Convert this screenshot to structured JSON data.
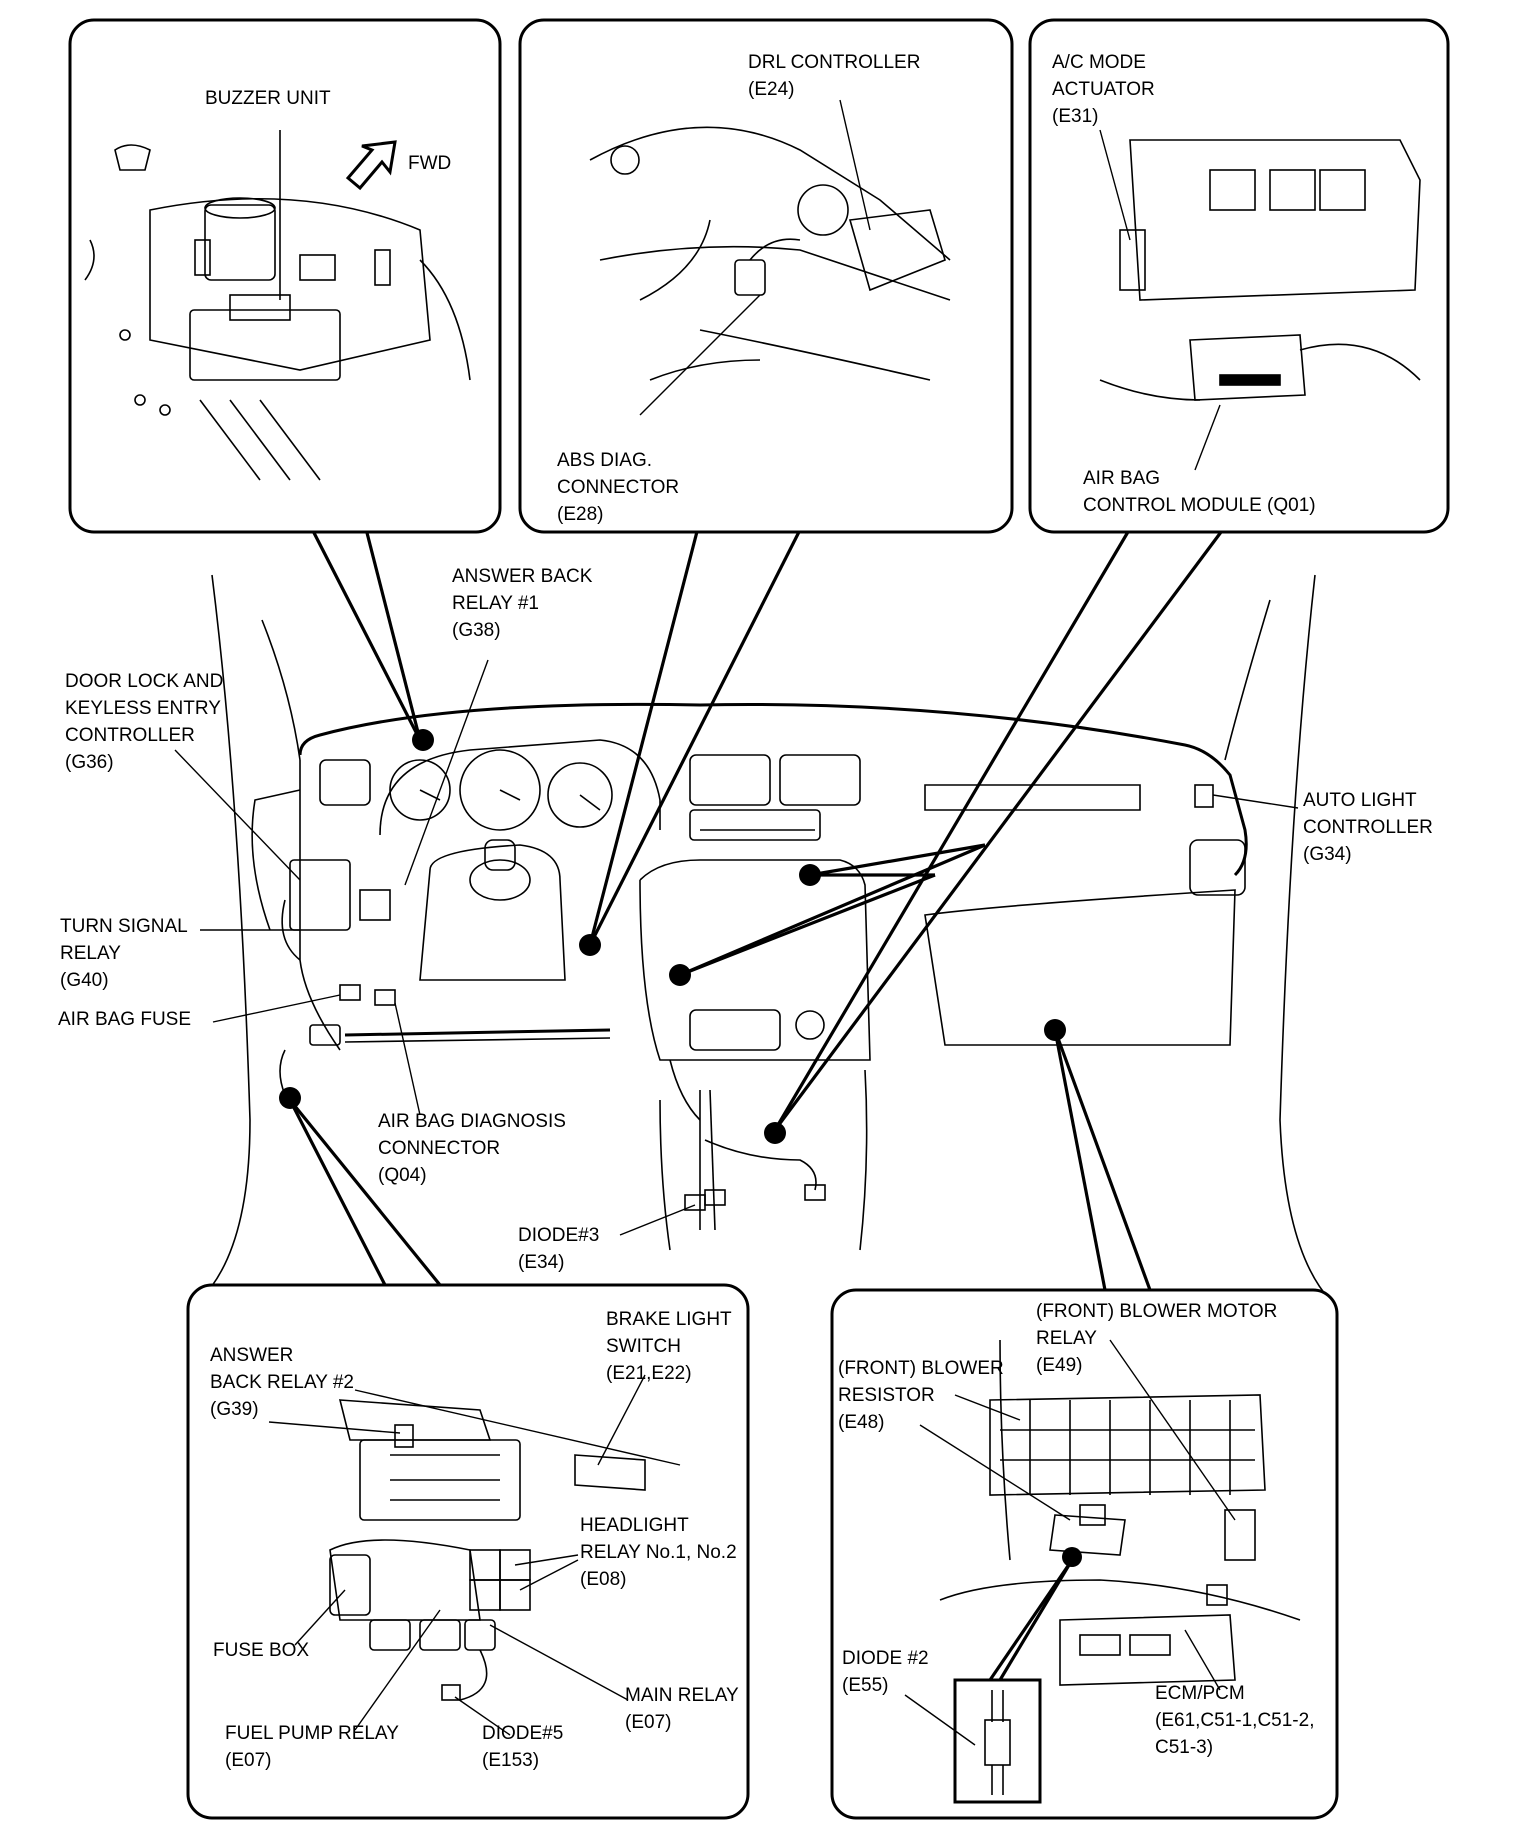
{
  "labels": {
    "buzzer_unit": "BUZZER UNIT",
    "fwd": "FWD",
    "drl_controller": "DRL CONTROLLER\n(E24)",
    "ac_mode_actuator": "A/C MODE\nACTUATOR\n(E31)",
    "abs_diag_connector": "ABS DIAG.\nCONNECTOR\n(E28)",
    "air_bag_control_module": "AIR BAG\nCONTROL MODULE (Q01)",
    "answer_back_relay_1": "ANSWER BACK\nRELAY #1\n(G38)",
    "door_lock_controller": "DOOR LOCK AND\nKEYLESS ENTRY\nCONTROLLER\n(G36)",
    "auto_light_controller": "AUTO LIGHT\nCONTROLLER\n(G34)",
    "turn_signal_relay": "TURN SIGNAL\nRELAY\n(G40)",
    "air_bag_fuse": "AIR BAG FUSE",
    "air_bag_diagnosis_connector": "AIR BAG DIAGNOSIS\nCONNECTOR\n(Q04)",
    "diode_3": "DIODE#3\n(E34)",
    "answer_back_relay_2": "ANSWER\nBACK RELAY #2\n(G39)",
    "brake_light_switch": "BRAKE LIGHT\nSWITCH\n(E21,E22)",
    "headlight_relay": "HEADLIGHT\nRELAY No.1, No.2\n(E08)",
    "fuse_box": "FUSE BOX",
    "fuel_pump_relay": "FUEL PUMP RELAY\n(E07)",
    "diode_5": "DIODE#5\n(E153)",
    "main_relay": "MAIN RELAY\n(E07)",
    "blower_motor_relay": "(FRONT) BLOWER MOTOR\nRELAY\n(E49)",
    "blower_resistor": "(FRONT) BLOWER\nRESISTOR\n(E48)",
    "diode_2": "DIODE #2\n(E55)",
    "ecm_pcm": "ECM/PCM\n(E61,C51-1,C51-2,\nC51-3)"
  },
  "icons": {
    "fwd_arrow": "fwd-arrow-icon",
    "location_marker": "location-dot-icon"
  },
  "colors": {
    "ink": "#000000",
    "paper": "#ffffff"
  }
}
